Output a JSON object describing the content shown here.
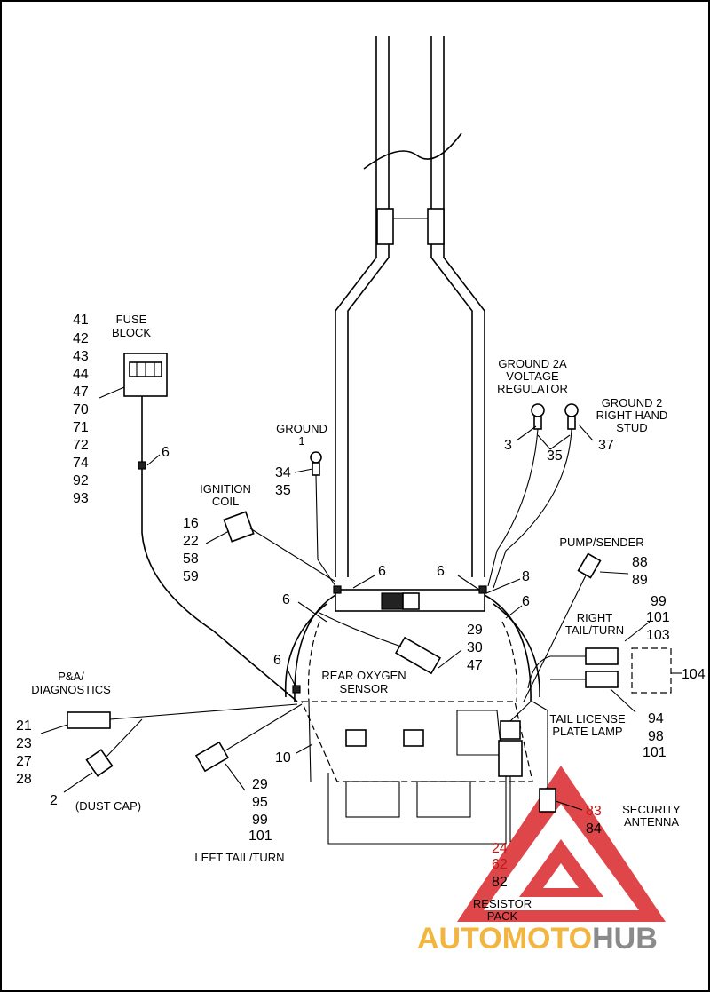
{
  "labels": {
    "fuse_block": [
      "FUSE",
      "BLOCK"
    ],
    "ground1": [
      "GROUND",
      "1"
    ],
    "ground2a": [
      "GROUND 2A",
      "VOLTAGE",
      "REGULATOR"
    ],
    "ground2": [
      "GROUND 2",
      "RIGHT HAND",
      "STUD"
    ],
    "ignition_coil": [
      "IGNITION",
      "COIL"
    ],
    "pump_sender": "PUMP/SENDER",
    "right_tail_turn": [
      "RIGHT",
      "TAIL/TURN"
    ],
    "rear_oxygen_sensor": [
      "REAR OXYGEN",
      "SENSOR"
    ],
    "pa_diagnostics": [
      "P&A/",
      "DIAGNOSTICS"
    ],
    "tail_license": [
      "TAIL LICENSE",
      "PLATE LAMP"
    ],
    "dust_cap": "(DUST CAP)",
    "left_tail_turn": "LEFT TAIL/TURN",
    "security_antenna": [
      "SECURITY",
      "ANTENNA"
    ],
    "resistor_pack": [
      "RESISTOR",
      "PACK"
    ]
  },
  "callouts": {
    "fuse_block_refs": [
      "41",
      "42",
      "43",
      "44",
      "47",
      "70",
      "71",
      "72",
      "74",
      "92",
      "93"
    ],
    "ground1_refs": [
      "34",
      "35"
    ],
    "ground2a_ref": "3",
    "shared_35": "35",
    "ground2_ref": "37",
    "ignition_refs": [
      "16",
      "22",
      "58",
      "59"
    ],
    "six": "6",
    "eight": "8",
    "pump_refs": [
      "88",
      "89"
    ],
    "right_tail_refs": [
      "99",
      "101",
      "103"
    ],
    "oxygen_refs": [
      "29",
      "30",
      "47"
    ],
    "ref_104": "104",
    "pa_refs": [
      "21",
      "23",
      "27",
      "28"
    ],
    "dust_cap_ref": "2",
    "ref_10": "10",
    "left_tail_refs": [
      "29",
      "95",
      "99",
      "101"
    ],
    "tail_license_refs": [
      "94",
      "98",
      "101"
    ],
    "security_refs": [
      "83",
      "84"
    ],
    "resistor_refs": [
      "24",
      "62",
      "82"
    ]
  },
  "watermark": {
    "parts": [
      "AUTO",
      "MOTO",
      "HUB"
    ],
    "colors": [
      "#f2b640",
      "#f2b640",
      "#8a8a8a"
    ],
    "logo_color": "#d9262b"
  }
}
